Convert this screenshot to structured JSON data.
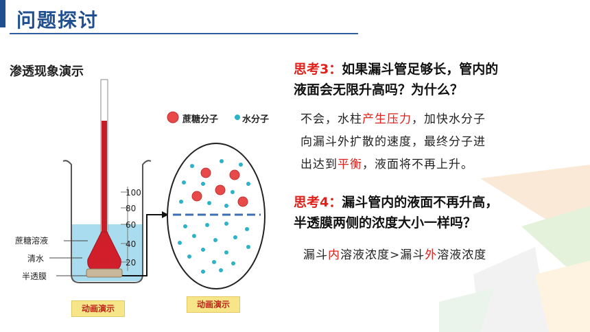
{
  "header": {
    "title": "问题探讨"
  },
  "demo": {
    "subtitle": "渗透现象演示",
    "labels": {
      "sucrose_solution": "蔗糖溶液",
      "water": "清水",
      "membrane": "半透膜"
    },
    "scale_ticks": [
      "100",
      "80",
      "60",
      "40",
      "20"
    ],
    "legend": {
      "sucrose": "蔗糖分子",
      "water": "水分子"
    },
    "button_left": "动画演示",
    "button_right": "动画演示"
  },
  "q3": {
    "label": "思考3：",
    "line1": "如果漏斗管足够长，管内的",
    "line2": "液面会无限升高吗？为什么？",
    "ans_l1_a": "不会，水柱",
    "ans_l1_red": "产生压力",
    "ans_l1_b": "，加快水分子",
    "ans_l2": "向漏斗外扩散的速度，最终分子进",
    "ans_l3_a": "出达到",
    "ans_l3_red": "平衡",
    "ans_l3_b": "，液面将不再上升。"
  },
  "q4": {
    "label": "思考4：",
    "line1": "漏斗管内的液面不再升高，",
    "line2": "半透膜两侧的浓度大小一样吗？",
    "ans_a": "漏斗",
    "ans_red1": "内",
    "ans_b": "溶液浓度>漏斗",
    "ans_red2": "外",
    "ans_c": "溶液浓度"
  },
  "colors": {
    "title": "#1f4f8f",
    "accent_red": "#e0201a",
    "water": "#8ed0e8",
    "sucrose": "#e84848"
  }
}
